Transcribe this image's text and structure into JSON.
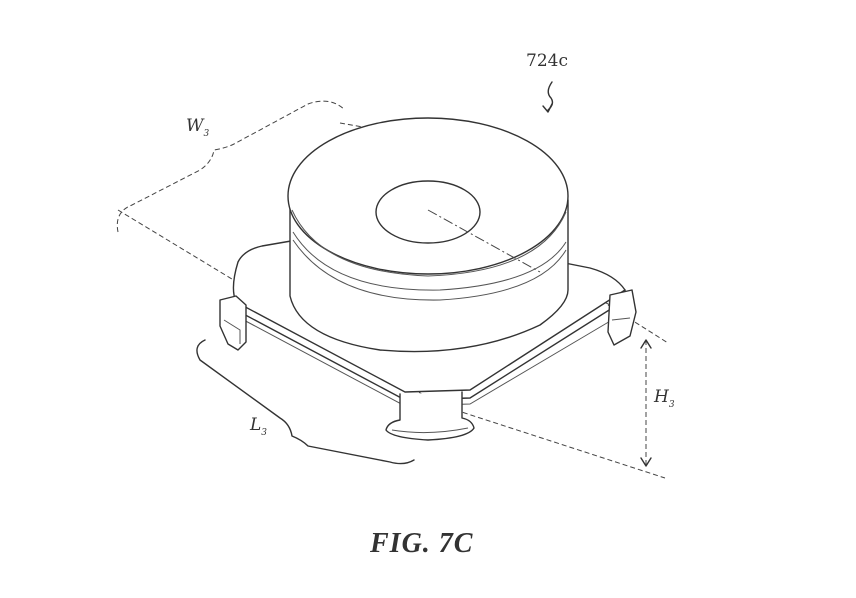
{
  "figure": {
    "ref_numeral": "724c",
    "width_label": "W",
    "width_sub": "3",
    "length_label": "L",
    "length_sub": "3",
    "height_label": "H",
    "height_sub": "3",
    "caption": "FIG. 7C"
  }
}
